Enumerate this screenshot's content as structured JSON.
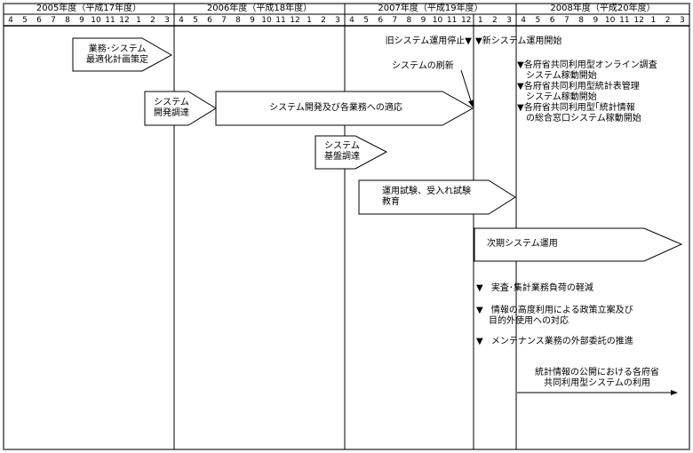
{
  "header": {
    "years": [
      "2005年度（平成17年度）",
      "2006年度（平成18年度）",
      "2007年度（平成19年度）",
      "2008年度（平成20年度）"
    ],
    "months": [
      "4",
      "5",
      "6",
      "7",
      "8",
      "9",
      "10",
      "11",
      "12",
      "1",
      "2",
      "3"
    ]
  },
  "phases": {
    "plan": [
      "業務･システム",
      "最適化計画策定"
    ],
    "dev_procure": [
      "システム",
      "開発調達"
    ],
    "dev_adapt": "システム開発及び各業務への適応",
    "base_procure": [
      "システム",
      "基盤調達"
    ],
    "test": [
      "運用試験、受入れ試験",
      "教育"
    ],
    "operation": "次期システム運用"
  },
  "milestones": {
    "old_stop": "旧システム運用停止▼",
    "new_start": "▼新システム運用開始",
    "renewal": "システムの刷新",
    "shared": [
      [
        "▼各府省共同利用型オンライン調査",
        "　システム稼動開始"
      ],
      [
        "▼各府省共同利用型統計表管理",
        "　システム稼動開始"
      ],
      [
        "▼各府省共同利用型｢統計情報",
        "　の総合窓口システム稼動開始"
      ]
    ]
  },
  "effects": [
    [
      "▼",
      "実査･集計業務負荷の軽減"
    ],
    [
      "▼",
      "情報の高度利用による政策立案及び",
      "目的外使用への対応"
    ],
    [
      "▼",
      "メンテナンス業務の外部委託の推進"
    ]
  ],
  "shared_use": [
    "統計情報の公開における各府省",
    "共同利用型システムの利用"
  ]
}
